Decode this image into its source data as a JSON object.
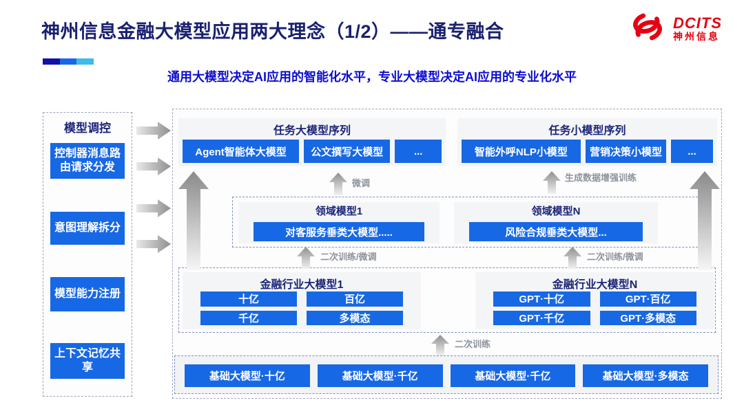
{
  "header": {
    "title": "神州信息金融大模型应用两大理念（1/2）——通专融合",
    "subtitle": "通用大模型决定AI应用的智能化水平，专业大模型决定AI应用的专业化水平",
    "logo": {
      "icon": "dcits-swirl-icon",
      "brand": "DCITS",
      "brand_cn": "神州信息"
    }
  },
  "colors": {
    "accent_blue": "#1768E4",
    "title_navy": "#1A2070",
    "subtitle_blue": "#0D0DD0",
    "label_gray": "#8d929b",
    "logo_red": "#E60012",
    "deco_bar": [
      "#1111A8",
      "#1668E8",
      "#3BBCEA"
    ]
  },
  "sidebar": {
    "title": "模型调控",
    "items": [
      "控制器消息路由请求分发",
      "意图理解拆分",
      "模型能力注册",
      "上下文记忆共享"
    ]
  },
  "main": {
    "task_large": {
      "title": "任务大模型序列",
      "buttons": [
        "Agent智能体大模型",
        "公文撰写大模型",
        "..."
      ]
    },
    "task_small": {
      "title": "任务小模型序列",
      "buttons": [
        "智能外呼NLP小模型",
        "营销决策小模型",
        "..."
      ]
    },
    "labels": {
      "fine_tune": "微调",
      "gen_data_augment": "生成数据增强训练",
      "retrain_left": "二次训练/微调",
      "retrain_right": "二次训练/微调",
      "retrain_bottom": "二次训练"
    },
    "domain": {
      "model1": {
        "title": "领域模型1",
        "button": "对客服务垂类大模型....."
      },
      "modelN": {
        "title": "领域模型N",
        "button": "风险合规垂类大模型..."
      }
    },
    "industry": {
      "model1": {
        "title": "金融行业大模型1",
        "buttons": [
          "十亿",
          "百亿",
          "千亿",
          "多模态"
        ]
      },
      "modelN": {
        "title": "金融行业大模型N",
        "buttons": [
          "GPT·十亿",
          "GPT·百亿",
          "GPT·千亿",
          "GPT·多模态"
        ]
      }
    },
    "base": {
      "buttons": [
        "基础大模型·十亿",
        "基础大模型·千亿",
        "基础大模型·千亿",
        "基础大模型·多模态"
      ]
    }
  }
}
